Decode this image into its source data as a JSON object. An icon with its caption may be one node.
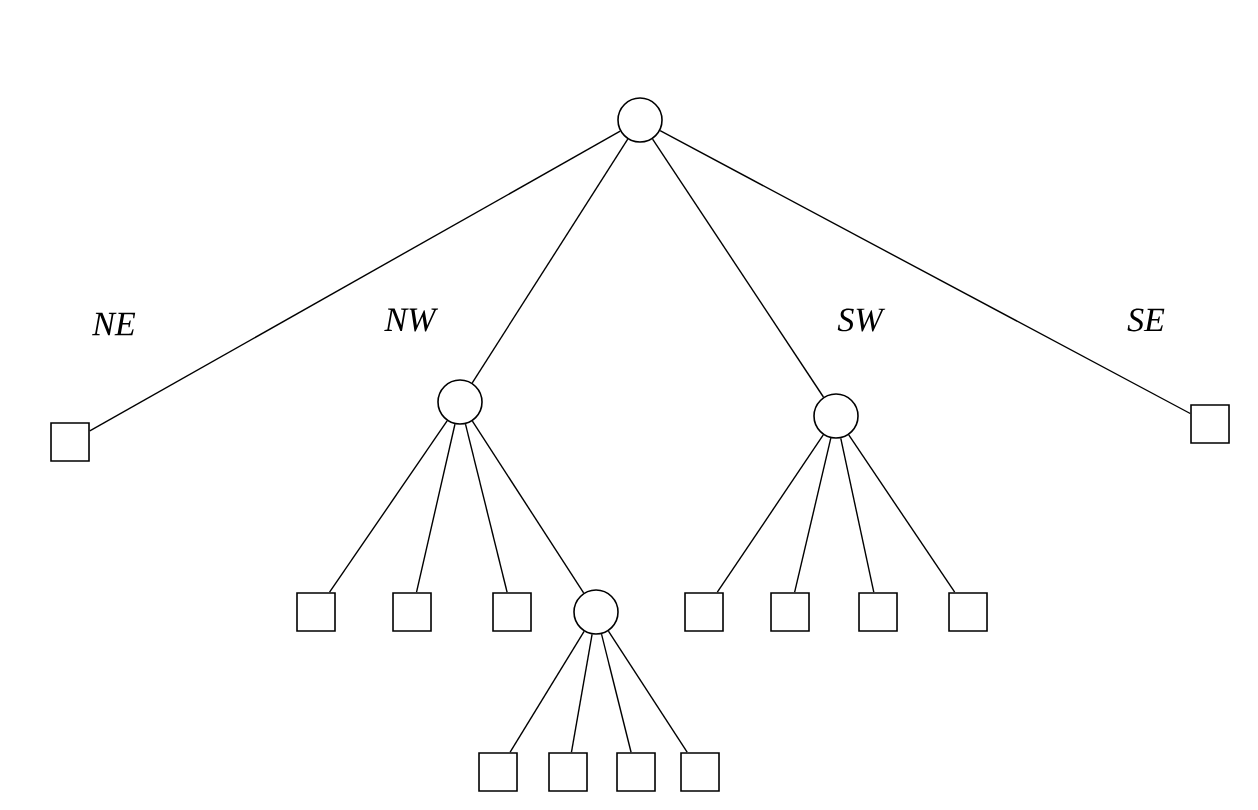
{
  "diagram": {
    "nodes": [
      {
        "text": [],
        "shape": "circle"
      },
      {
        "text": [],
        "shape": "box"
      },
      {
        "text": [],
        "shape": "circle"
      },
      {
        "text": [],
        "shape": "circle"
      },
      {
        "text": [],
        "shape": "box"
      },
      {
        "text": [],
        "shape": "box"
      },
      {
        "text": [],
        "shape": "box"
      },
      {
        "text": [],
        "shape": "box"
      },
      {
        "text": [],
        "shape": "circle"
      },
      {
        "text": [],
        "shape": "box"
      },
      {
        "text": [],
        "shape": "box"
      },
      {
        "text": [],
        "shape": "box"
      },
      {
        "text": [],
        "shape": "box"
      },
      {
        "text": [],
        "shape": "box"
      },
      {
        "text": [],
        "shape": "box"
      },
      {
        "text": [],
        "shape": "box"
      },
      {
        "text": [],
        "shape": "box"
      }
    ],
    "edges": [
      {
        "from": 0,
        "to": 1,
        "arrow": "none",
        "label": "NE"
      },
      {
        "from": 0,
        "to": 2,
        "arrow": "none",
        "label": "NW"
      },
      {
        "from": 0,
        "to": 3,
        "arrow": "none",
        "label": "SW"
      },
      {
        "from": 0,
        "to": 4,
        "arrow": "none",
        "label": "SE"
      },
      {
        "from": 2,
        "to": 5,
        "arrow": "none"
      },
      {
        "from": 2,
        "to": 6,
        "arrow": "none"
      },
      {
        "from": 2,
        "to": 7,
        "arrow": "none"
      },
      {
        "from": 2,
        "to": 8,
        "arrow": "none"
      },
      {
        "from": 3,
        "to": 9,
        "arrow": "none"
      },
      {
        "from": 3,
        "to": 10,
        "arrow": "none"
      },
      {
        "from": 3,
        "to": 11,
        "arrow": "none"
      },
      {
        "from": 3,
        "to": 12,
        "arrow": "none"
      },
      {
        "from": 8,
        "to": 13,
        "arrow": "none"
      },
      {
        "from": 8,
        "to": 14,
        "arrow": "none"
      },
      {
        "from": 8,
        "to": 15,
        "arrow": "none"
      },
      {
        "from": 8,
        "to": 16,
        "arrow": "none"
      }
    ]
  }
}
